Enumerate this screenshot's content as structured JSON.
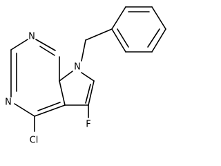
{
  "molecule": {
    "atoms": {
      "n_ring_top": "N",
      "n_ring_left": "N",
      "n_pyrrole": "N",
      "chlorine": "Cl",
      "fluorine": "F"
    }
  }
}
